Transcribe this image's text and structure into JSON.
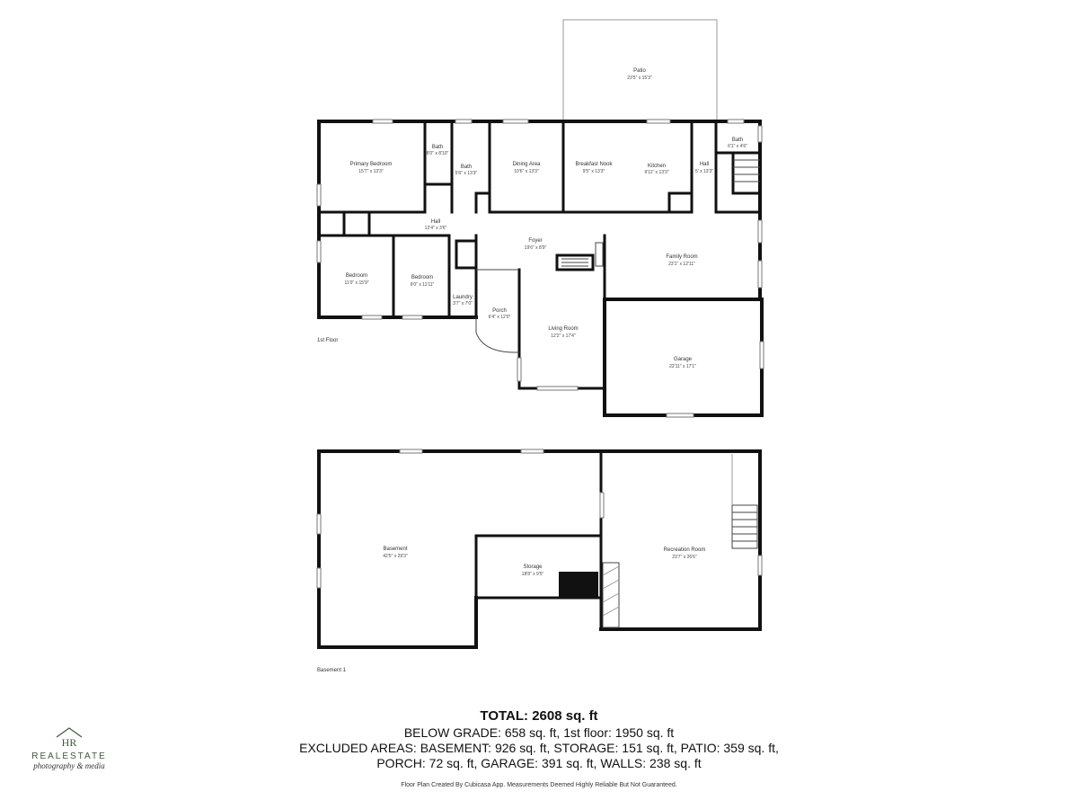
{
  "floors": [
    {
      "label": "1st Floor"
    },
    {
      "label": "Basement 1"
    }
  ],
  "rooms": {
    "patio": {
      "name": "Patio",
      "dim": "23'5\" x 15'3\""
    },
    "primary_bedroom": {
      "name": "Primary Bedroom",
      "dim": "15'7\" x 13'3\""
    },
    "bath1": {
      "name": "Bath",
      "dim": "8'0\" x 8'10\""
    },
    "bath2": {
      "name": "Bath",
      "dim": "5'6\" x 13'3\""
    },
    "dining": {
      "name": "Dining Area",
      "dim": "10'6\" x 13'3\""
    },
    "breakfast": {
      "name": "Breakfast Nook",
      "dim": "9'5\" x 13'3\""
    },
    "kitchen": {
      "name": "Kitchen",
      "dim": "9'11\" x 13'3\""
    },
    "hall_upper": {
      "name": "Hall",
      "dim": "5' x 13'3\""
    },
    "bath3": {
      "name": "Bath",
      "dim": "6'1\" x 4'6\""
    },
    "hall_center": {
      "name": "Hall",
      "dim": "12'4\" x 3'6\""
    },
    "foyer": {
      "name": "Foyer",
      "dim": "19'6\" x 8'9\""
    },
    "family": {
      "name": "Family Room",
      "dim": "23'1\" x 12'11\""
    },
    "bedroom1": {
      "name": "Bedroom",
      "dim": "11'0\" x 15'9\""
    },
    "bedroom2": {
      "name": "Bedroom",
      "dim": "9'0\" x 11'11\""
    },
    "laundry": {
      "name": "Laundry",
      "dim": "3'7\" x 7'0\""
    },
    "porch": {
      "name": "Porch",
      "dim": "6'4\" x 12'0\""
    },
    "living": {
      "name": "Living Room",
      "dim": "12'2\" x 17'4\""
    },
    "garage": {
      "name": "Garage",
      "dim": "22'11\" x 17'1\""
    },
    "basement": {
      "name": "Basement",
      "dim": "42'5\" x 29'3\""
    },
    "storage": {
      "name": "Storage",
      "dim": "18'8\" x 9'5\""
    },
    "recreation": {
      "name": "Recreation Room",
      "dim": "23'7\" x 26'6\""
    }
  },
  "summary": {
    "total": "TOTAL: 2608 sq. ft",
    "line1": "BELOW GRADE: 658 sq. ft, 1st floor: 1950 sq. ft",
    "line2": "EXCLUDED AREAS: BASEMENT: 926 sq. ft, STORAGE: 151 sq. ft, PATIO: 359 sq. ft,",
    "line3": "PORCH: 72 sq. ft, GARAGE: 391 sq. ft, WALLS: 238 sq. ft"
  },
  "credit": "Floor Plan Created By Cubicasa App. Measurements Deemed Highly Reliable But Not Guaranteed.",
  "logo": {
    "monogram": "HR",
    "brand": "REALESTATE",
    "tagline": "photography & media",
    "color": "#3c5a3a"
  }
}
